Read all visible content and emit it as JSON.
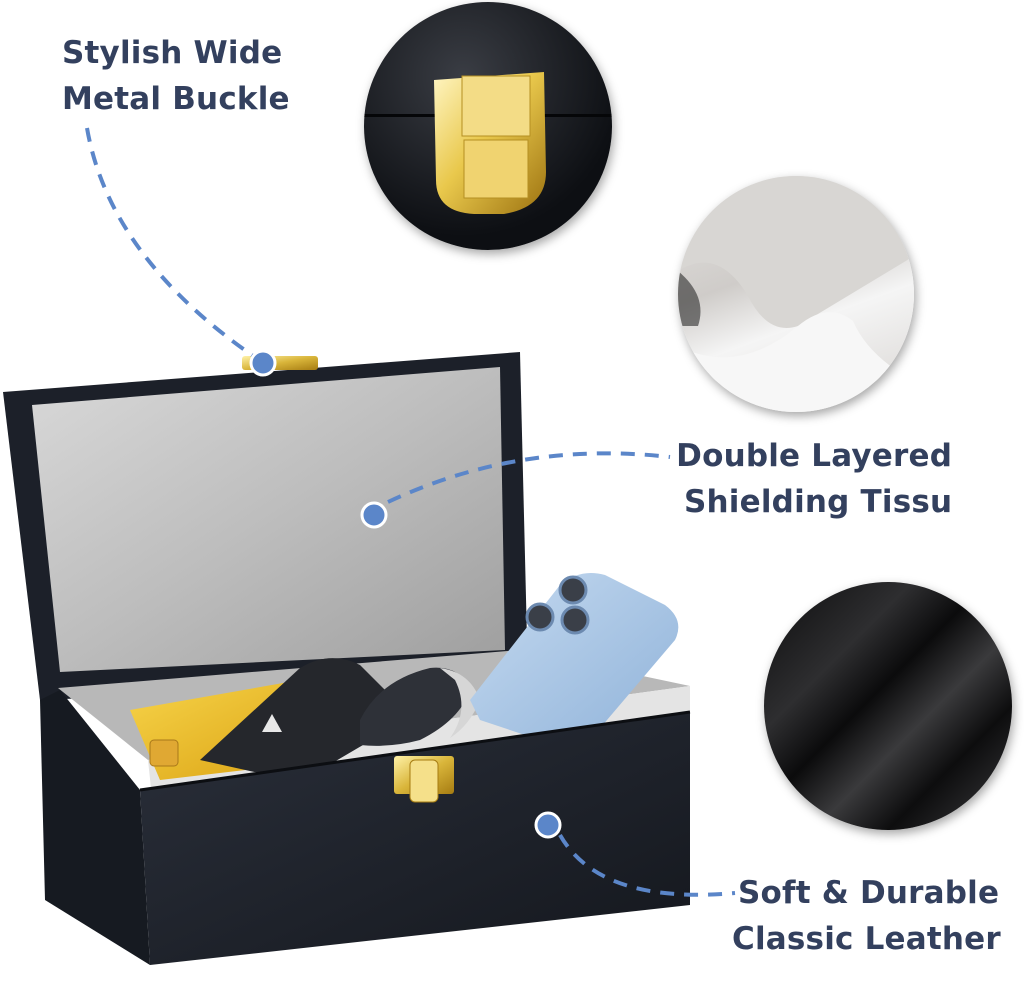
{
  "features": [
    {
      "id": "buckle",
      "line1": "Stylish Wide",
      "line2": "Metal Buckle",
      "inset_icon": "gold-buckle-closeup"
    },
    {
      "id": "tissue",
      "line1": "Double Layered",
      "line2": "Shielding Tissu",
      "inset_icon": "silver-fabric-closeup"
    },
    {
      "id": "leather",
      "line1": "Soft & Durable",
      "line2": "Classic Leather",
      "inset_icon": "black-leather-closeup"
    }
  ],
  "colors": {
    "text": "#33405e",
    "callout": "#5b86c9",
    "box_leather": "#1f232b",
    "lining": "#c9c9c9",
    "gold": "#d9b53a",
    "phone": "#a9c6e6",
    "card": "#f0c22c"
  },
  "product": {
    "contents": [
      "gold-credit-card",
      "black-car-key-fob",
      "silver-car-key",
      "blue-smartphone"
    ]
  }
}
